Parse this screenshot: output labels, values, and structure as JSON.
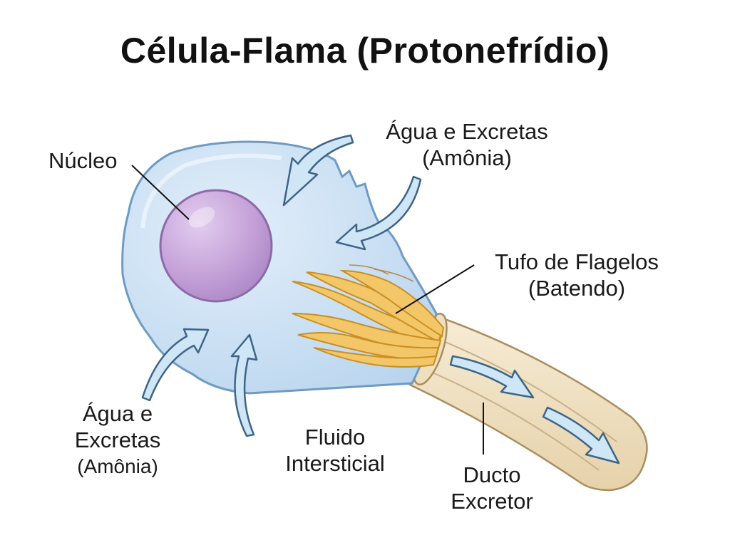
{
  "title": "Célula-Flama (Protonefrídio)",
  "labels": {
    "nucleo": "Núcleo",
    "agua_top_1": "Água e Excretas",
    "agua_top_2": "(Amônia)",
    "tufo_1": "Tufo de Flagelos",
    "tufo_2": "(Batendo)",
    "agua_left_1": "Água e",
    "agua_left_2": "Excretas",
    "agua_left_3": "(Amônia)",
    "fluido_1": "Fluido",
    "fluido_2": "Intersticial",
    "ducto_1": "Ducto",
    "ducto_2": "Excretor"
  },
  "colors": {
    "cell_fill": "#cfe3f4",
    "cell_stroke": "#6f9ac2",
    "nucleus_fill": "#c7a6d8",
    "nucleus_stroke": "#8a6aa6",
    "flagella_fill": "#f3c667",
    "flagella_stroke": "#c98f22",
    "duct_fill": "#f1e2c4",
    "duct_stroke": "#b39767",
    "arrow_fill": "#cfe6f7",
    "arrow_stroke": "#3e6486"
  }
}
